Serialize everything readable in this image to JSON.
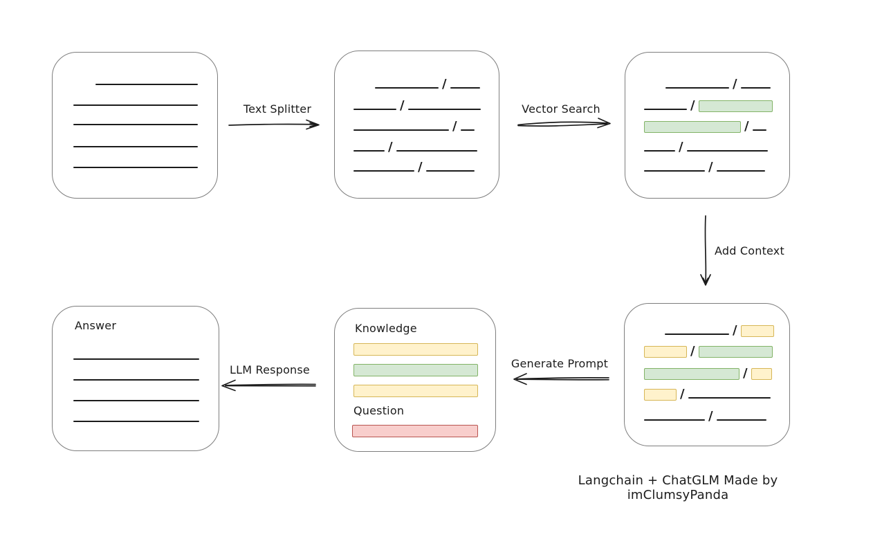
{
  "slash_char": "/",
  "caption": "Langchain + ChatGLM Made by imClumsyPanda",
  "colors": {
    "ink": "#1b1b1b",
    "box_border": "#7d7d7d",
    "green_fill": "#d5e8d4",
    "green_stroke": "#82b366",
    "yellow_fill": "#fff2cc",
    "yellow_stroke": "#d6b656",
    "red_fill": "#f8cecc",
    "red_stroke": "#b85450",
    "bg": "#ffffff"
  },
  "diagram": {
    "nodes": [
      {
        "id": "source-document",
        "type": "document",
        "text_lines": 5
      },
      {
        "id": "text-chunks",
        "type": "chunked-text",
        "rows": [
          [
            "line",
            "line"
          ],
          [
            "line",
            "line"
          ],
          [
            "line",
            "line"
          ],
          [
            "line",
            "line"
          ],
          [
            "line",
            "line"
          ]
        ]
      },
      {
        "id": "matched-chunks",
        "type": "chunked-text",
        "rows": [
          [
            "line",
            "line"
          ],
          [
            "line",
            "green"
          ],
          [
            "green",
            "line"
          ],
          [
            "line",
            "line"
          ],
          [
            "line",
            "line"
          ]
        ]
      },
      {
        "id": "context-chunks",
        "type": "chunked-text",
        "rows": [
          [
            "line",
            "yellow"
          ],
          [
            "yellow",
            "green"
          ],
          [
            "green",
            "yellow"
          ],
          [
            "yellow",
            "line"
          ],
          [
            "line",
            "line"
          ]
        ]
      },
      {
        "id": "prompt",
        "type": "prompt",
        "sections": [
          {
            "title": "Knowledge",
            "bars": [
              "yellow",
              "green",
              "yellow"
            ]
          },
          {
            "title": "Question",
            "bars": [
              "red"
            ]
          }
        ]
      },
      {
        "id": "answer",
        "type": "document",
        "title": "Answer",
        "text_lines": 4
      }
    ],
    "edges": [
      {
        "from": "source-document",
        "to": "text-chunks",
        "label": "Text Splitter",
        "direction": "right"
      },
      {
        "from": "text-chunks",
        "to": "matched-chunks",
        "label": "Vector Search",
        "direction": "right"
      },
      {
        "from": "matched-chunks",
        "to": "context-chunks",
        "label": "Add Context",
        "direction": "down"
      },
      {
        "from": "context-chunks",
        "to": "prompt",
        "label": "Generate Prompt",
        "direction": "left"
      },
      {
        "from": "prompt",
        "to": "answer",
        "label": "LLM Response",
        "direction": "left"
      }
    ]
  }
}
